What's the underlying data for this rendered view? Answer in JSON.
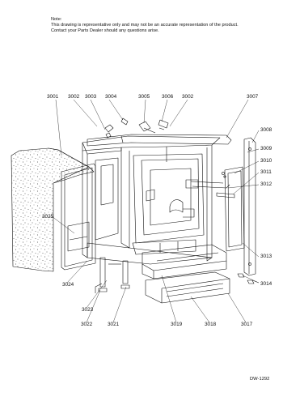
{
  "note": {
    "heading": "Note:",
    "line1": "This drawing is representative only and may not be an accurate representation of the product.",
    "line2": "Contact your Parts Dealer should any questions arise."
  },
  "part_labels": {
    "p3001": "3001",
    "p3002a": "3002",
    "p3003": "3003",
    "p3004": "3004",
    "p3005": "3005",
    "p3006": "3006",
    "p3002b": "3002",
    "p3007": "3007",
    "p3008": "3008",
    "p3009": "3009",
    "p3010": "3010",
    "p3011": "3011",
    "p3012": "3012",
    "p3013": "3013",
    "p3014": "3014",
    "p3017": "3017",
    "p3018": "3018",
    "p3019": "3019",
    "p3021": "3021",
    "p3022": "3022",
    "p3023": "3023",
    "p3024": "3024",
    "p3025": "3025"
  },
  "drawing_id": "DW-1292"
}
